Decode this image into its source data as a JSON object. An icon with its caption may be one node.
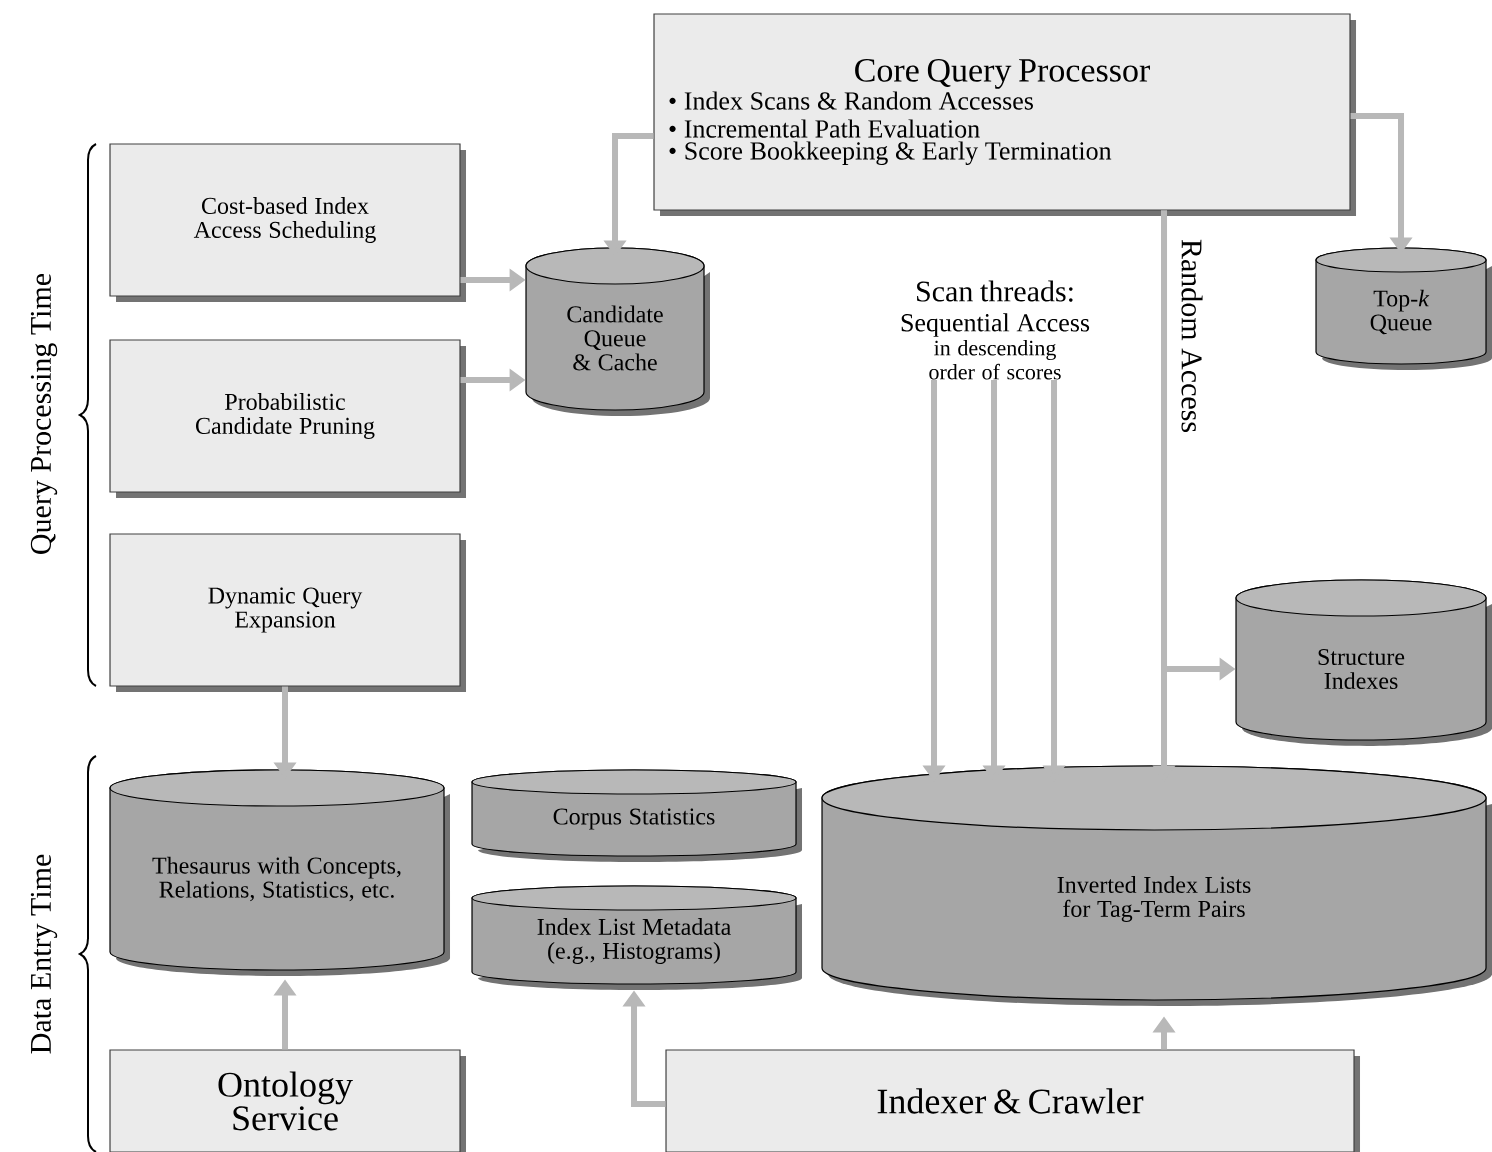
{
  "diagram": {
    "nodes": [
      {
        "text": [
          "Core Query Processor",
          "• Index Scans & Random Accesses",
          "• Incremental Path Evaluation",
          "• Score Bookkeeping & Early Termination"
        ]
      },
      {
        "text": [
          "Cost-based Index Access Scheduling"
        ]
      },
      {
        "text": [
          "Probabilistic Candidate Pruning"
        ]
      },
      {
        "text": [
          "Dynamic Query Expansion"
        ]
      },
      {
        "text": [
          "Candidate Queue & Cache"
        ]
      },
      {
        "text": [
          "Top-*k* Queue"
        ]
      },
      {
        "text": [
          "Structure Indexes"
        ]
      },
      {
        "text": [
          "Thesaurus with Concepts, Relations, Statistics, etc."
        ]
      },
      {
        "text": [
          "Corpus Statistics"
        ]
      },
      {
        "text": [
          "Index List Metadata (e.g., Histograms)"
        ]
      },
      {
        "text": [
          "Inverted Index Lists for Tag-Term Pairs"
        ]
      },
      {
        "text": [
          "Ontology Service"
        ]
      },
      {
        "text": [
          "Indexer & Crawler"
        ]
      },
      {
        "text": [
          "Scan threads:",
          "Sequential Access",
          "in descending order of scores"
        ]
      }
    ],
    "edges": [
      {
        "from": 1,
        "to": 4,
        "arrow": "to"
      },
      {
        "from": 2,
        "to": 4,
        "arrow": "to"
      },
      {
        "from": 0,
        "to": 4,
        "arrow": "to"
      },
      {
        "from": 0,
        "to": 5,
        "arrow": "to"
      },
      {
        "from": 0,
        "to": 10,
        "arrow": "to",
        "label": "Random Access"
      },
      {
        "from": 0,
        "to": 6,
        "arrow": "to"
      },
      {
        "from": 13,
        "to": 10,
        "arrow": "to"
      },
      {
        "from": 13,
        "to": 10,
        "arrow": "to"
      },
      {
        "from": 13,
        "to": 10,
        "arrow": "to"
      },
      {
        "from": 3,
        "to": 7,
        "arrow": "to"
      },
      {
        "from": 11,
        "to": 7,
        "arrow": "to"
      },
      {
        "from": 12,
        "to": 9,
        "arrow": "to"
      },
      {
        "from": 12,
        "to": 10,
        "arrow": "to"
      }
    ],
    "labels": [
      "Query Processing Time",
      "Data Entry Time"
    ]
  }
}
